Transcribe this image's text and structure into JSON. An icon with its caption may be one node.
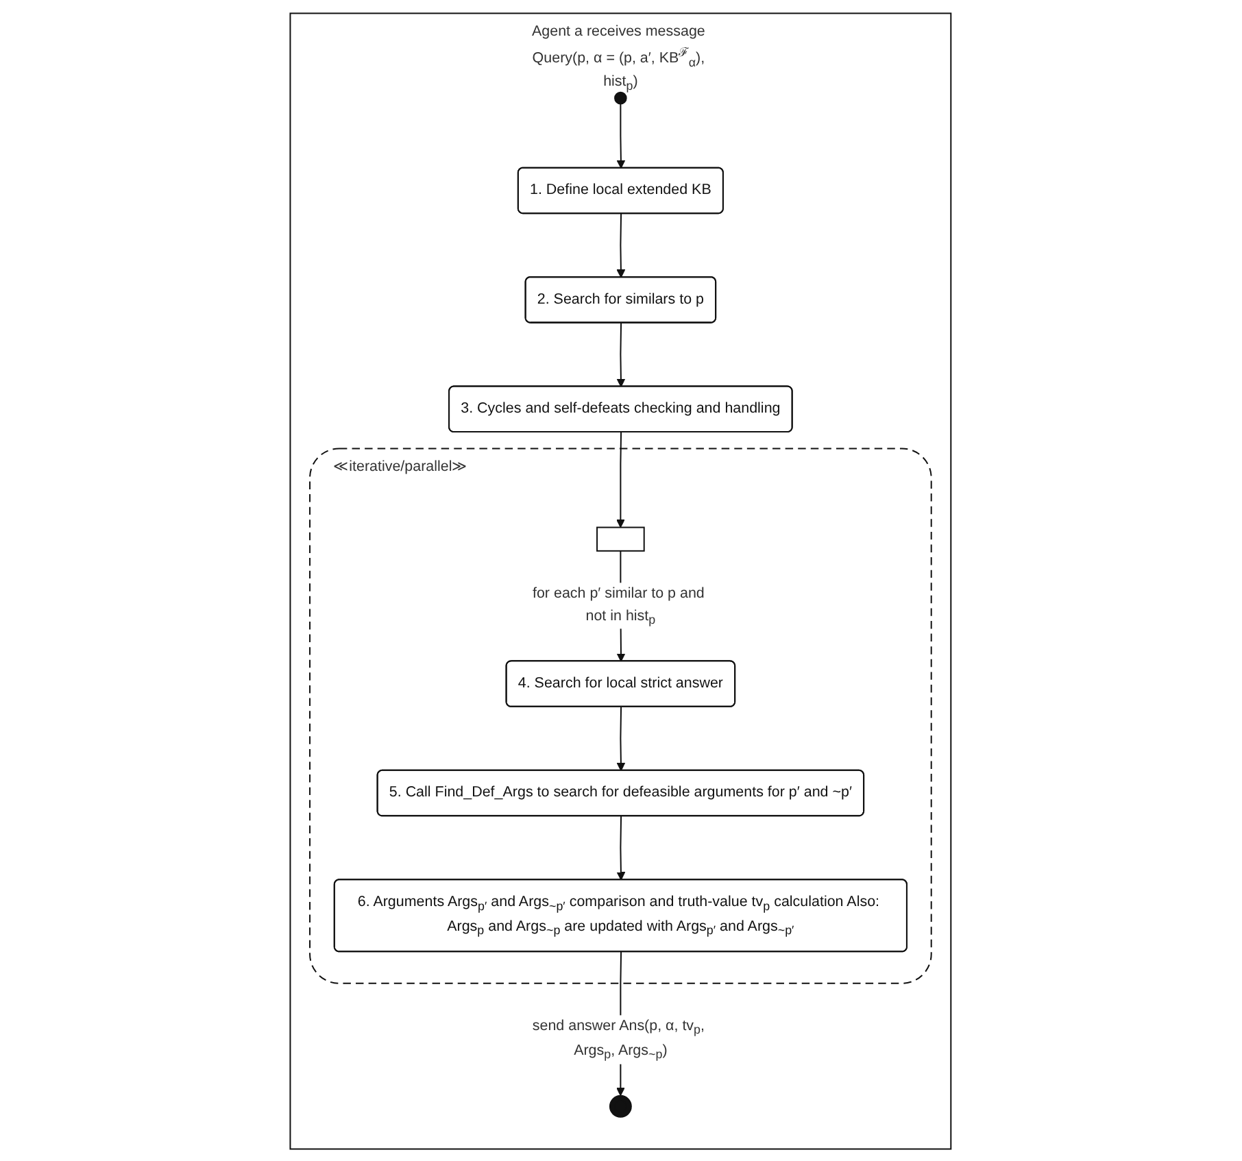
{
  "diagram": {
    "nodes": [
      {
        "text": [
          "Agent a receives message Query(p, α = (p, a′, KB$^{ℱ}$$_{α}$), hist$_{p}$)"
        ]
      },
      {
        "text": [],
        "shape": "circle",
        "in": 0
      },
      {
        "text": [
          "1. Define local extended KB"
        ],
        "in": 0
      },
      {
        "text": [
          "2. Search for similars to p"
        ],
        "in": 0
      },
      {
        "text": [
          "3. Cycles and self-defeats checking and handling"
        ],
        "in": 0
      },
      {
        "text": [
          "≪iterative/parallel≫"
        ],
        "in": 0
      },
      {
        "text": [],
        "shape": "box",
        "in": 5
      },
      {
        "text": [
          "4. Search for local strict answer"
        ],
        "in": 5
      },
      {
        "text": [
          "5. Call Find_Def_Args to search for defeasible arguments for p′ and ~p′"
        ],
        "in": 5
      },
      {
        "text": [
          "6. Arguments Args$_{p′}$ and Args$_{~p′}$ comparison and truth-value tv$_{p}$ calculation Also: Args$_{p}$ and Args$_{~p}$ are updated with Args$_{p′}$ and Args$_{~p′}$"
        ],
        "in": 5
      },
      {
        "text": [],
        "shape": "circle",
        "in": 0
      }
    ],
    "edges": [
      {
        "from": 1,
        "to": 2,
        "arrow": "to"
      },
      {
        "from": 2,
        "to": 3,
        "arrow": "to"
      },
      {
        "from": 3,
        "to": 4,
        "arrow": "to"
      },
      {
        "from": 4,
        "to": 6,
        "arrow": "to"
      },
      {
        "from": 6,
        "to": 7,
        "arrow": "to",
        "label": "for each p′ similar to p and not in hist$_{p}$"
      },
      {
        "from": 7,
        "to": 8,
        "arrow": "to"
      },
      {
        "from": 8,
        "to": 9,
        "arrow": "to"
      },
      {
        "from": 9,
        "to": 10,
        "arrow": "to",
        "label": "send answer Ans(p, α, tv$_{p}$, Args$_{p}$, Args$_{~p}$)"
      }
    ]
  }
}
